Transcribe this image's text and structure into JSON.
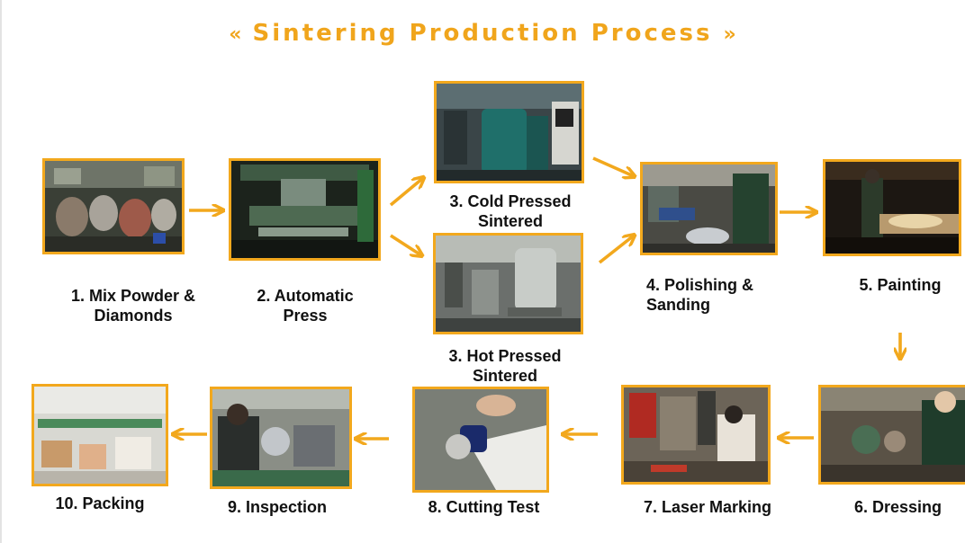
{
  "title": "Sintering Production Process",
  "title_prefix": "«",
  "title_suffix": "»",
  "accent_color": "#f2a81d",
  "steps": [
    {
      "id": "mix",
      "label": "1. Mix Powder & Diamonds"
    },
    {
      "id": "press",
      "label": "2. Automatic Press"
    },
    {
      "id": "cold",
      "label": "3. Cold Pressed Sintered"
    },
    {
      "id": "hot",
      "label": "3. Hot Pressed Sintered"
    },
    {
      "id": "polish",
      "label": "4. Polishing & Sanding"
    },
    {
      "id": "paint",
      "label": "5. Painting"
    },
    {
      "id": "dress",
      "label": "6. Dressing"
    },
    {
      "id": "laser",
      "label": "7. Laser Marking"
    },
    {
      "id": "cut",
      "label": "8. Cutting Test"
    },
    {
      "id": "inspect",
      "label": "9. Inspection"
    },
    {
      "id": "pack",
      "label": "10. Packing"
    }
  ]
}
